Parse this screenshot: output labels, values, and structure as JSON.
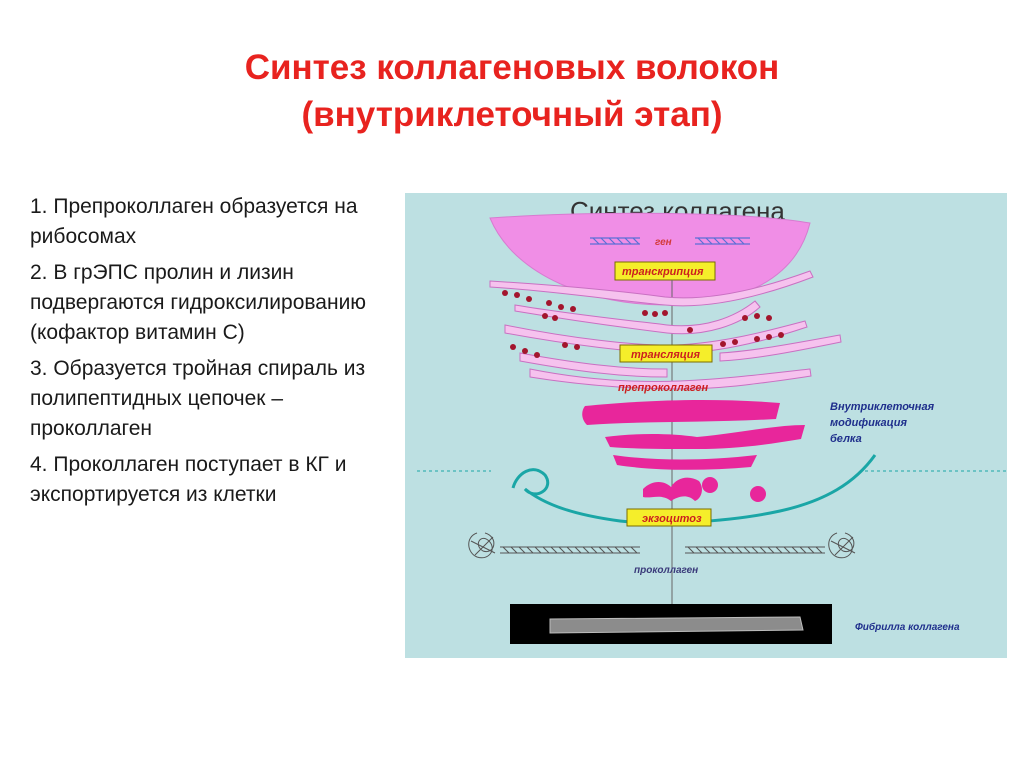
{
  "slide": {
    "title_line1": "Синтез коллагеновых волокон",
    "title_line2": "(внутриклеточный этап)",
    "steps": [
      "1. Препроколлаген образуется на рибосомах",
      "2. В грЭПС пролин и лизин подвергаются гидроксилированию (кофактор витамин С)",
      "3. Образуется тройная спираль из полипептидных цепочек  – проколлаген",
      "4. Проколлаген поступает в КГ и экспортируется из клетки"
    ]
  },
  "diagram": {
    "title": "Синтез коллагена",
    "labels": {
      "gene": "ген",
      "transcription": "транскрипция",
      "translation": "трансляция",
      "preprocollagen": "препроколлаген",
      "modification_1": "Внутриклеточная",
      "modification_2": "модификация",
      "modification_3": "белка",
      "exocytosis": "экзоцитоз",
      "procollagen": "проколлаген",
      "fibril": "Фибрилла коллагена"
    },
    "colors": {
      "background": "#bde0e2",
      "nucleus": "#f08ee6",
      "er_fill": "#f6c2ee",
      "golgi": "#e8269b",
      "ribosome": "#a3152d",
      "membrane": "#1aa6a6",
      "label_box": "#f5ee2a",
      "label_text": "#cc1f1f"
    }
  }
}
